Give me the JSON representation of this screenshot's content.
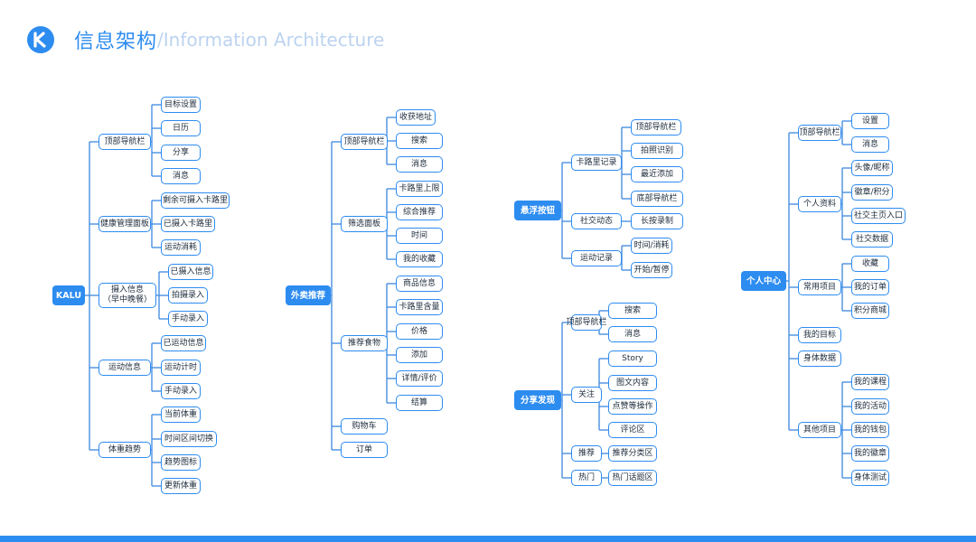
{
  "header": {
    "title_cn": "信息架构",
    "title_en": "/Information Architecture"
  },
  "colors": {
    "accent": "#2d8cf0",
    "line": "#4a90e2",
    "title_en": "#bcd3f0"
  },
  "trees": [
    {
      "label": "KALU",
      "children": [
        {
          "label": "顶部导航栏",
          "children": [
            {
              "label": "目标设置"
            },
            {
              "label": "日历"
            },
            {
              "label": "分享"
            },
            {
              "label": "消息"
            }
          ]
        },
        {
          "label": "健康管理面板",
          "children": [
            {
              "label": "剩余可摄入卡路里"
            },
            {
              "label": "已摄入卡路里"
            },
            {
              "label": "运动消耗"
            }
          ]
        },
        {
          "label": "摄入信息\n（早中晚餐）",
          "children": [
            {
              "label": "已摄入信息"
            },
            {
              "label": "拍摄录入"
            },
            {
              "label": "手动录入"
            }
          ]
        },
        {
          "label": "运动信息",
          "children": [
            {
              "label": "已运动信息"
            },
            {
              "label": "运动计时"
            },
            {
              "label": "手动录入"
            }
          ]
        },
        {
          "label": "体重趋势",
          "children": [
            {
              "label": "当前体重"
            },
            {
              "label": "时间区间切换"
            },
            {
              "label": "趋势图标"
            },
            {
              "label": "更新体重"
            }
          ]
        }
      ]
    },
    {
      "label": "外卖推荐",
      "children": [
        {
          "label": "顶部导航栏",
          "children": [
            {
              "label": "收获地址"
            },
            {
              "label": "搜索"
            },
            {
              "label": "消息"
            }
          ]
        },
        {
          "label": "筛选面板",
          "children": [
            {
              "label": "卡路里上限"
            },
            {
              "label": "综合推荐"
            },
            {
              "label": "时间"
            },
            {
              "label": "我的收藏"
            }
          ]
        },
        {
          "label": "推荐食物",
          "children": [
            {
              "label": "商品信息"
            },
            {
              "label": "卡路里含量"
            },
            {
              "label": "价格"
            },
            {
              "label": "添加"
            },
            {
              "label": "详情/评价"
            },
            {
              "label": "结算"
            }
          ]
        },
        {
          "label": "购物车"
        },
        {
          "label": "订单"
        }
      ]
    },
    {
      "label": "悬浮按钮",
      "children": [
        {
          "label": "卡路里记录",
          "children": [
            {
              "label": "顶部导航栏"
            },
            {
              "label": "拍照识别"
            },
            {
              "label": "最近添加"
            },
            {
              "label": "底部导航栏"
            }
          ]
        },
        {
          "label": "社交动态",
          "children": [
            {
              "label": "长按录制"
            }
          ]
        },
        {
          "label": "运动记录",
          "children": [
            {
              "label": "时间/消耗"
            },
            {
              "label": "开始/暂停"
            }
          ]
        }
      ]
    },
    {
      "label": "分享发现",
      "children": [
        {
          "label": "顶部导航栏",
          "children": [
            {
              "label": "搜索"
            },
            {
              "label": "消息"
            }
          ]
        },
        {
          "label": "关注",
          "children": [
            {
              "label": "Story"
            },
            {
              "label": "图文内容"
            },
            {
              "label": "点赞等操作"
            },
            {
              "label": "评论区"
            }
          ]
        },
        {
          "label": "推荐",
          "children": [
            {
              "label": "推荐分类区"
            }
          ]
        },
        {
          "label": "热门",
          "children": [
            {
              "label": "热门话题区"
            }
          ]
        }
      ]
    },
    {
      "label": "个人中心",
      "children": [
        {
          "label": "顶部导航栏",
          "children": [
            {
              "label": "设置"
            },
            {
              "label": "消息"
            }
          ]
        },
        {
          "label": "个人资料",
          "children": [
            {
              "label": "头像/昵称"
            },
            {
              "label": "徽章/积分"
            },
            {
              "label": "社交主页入口"
            },
            {
              "label": "社交数据"
            }
          ]
        },
        {
          "label": "常用项目",
          "children": [
            {
              "label": "收藏"
            },
            {
              "label": "我的订单"
            },
            {
              "label": "积分商城"
            }
          ]
        },
        {
          "label": "我的目标"
        },
        {
          "label": "身体数据"
        },
        {
          "label": "其他项目",
          "children": [
            {
              "label": "我的课程"
            },
            {
              "label": "我的活动"
            },
            {
              "label": "我的钱包"
            },
            {
              "label": "我的徽章"
            },
            {
              "label": "身体测试"
            }
          ]
        }
      ]
    }
  ]
}
